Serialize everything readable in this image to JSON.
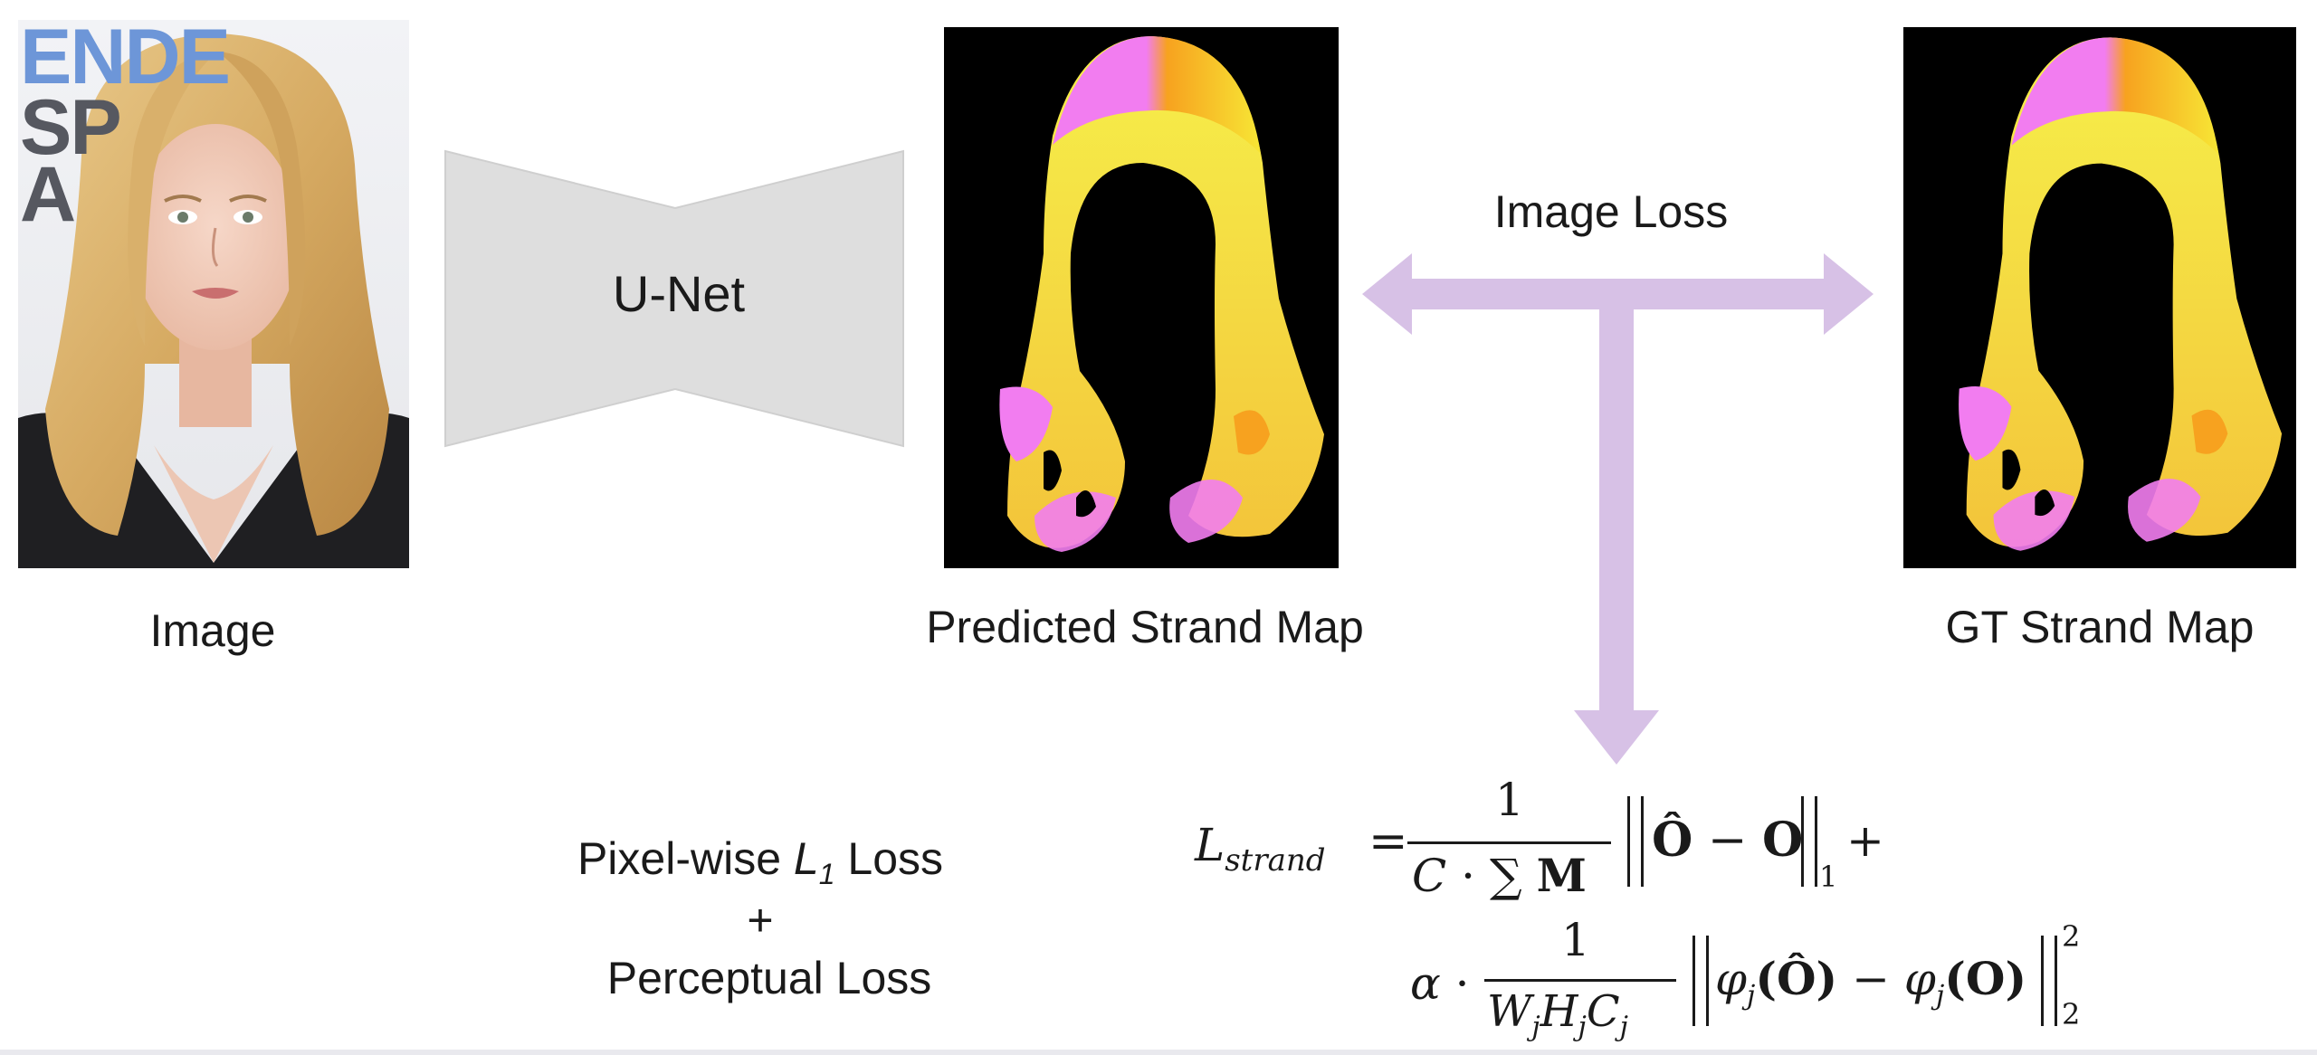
{
  "labels": {
    "image": "Image",
    "unet": "U-Net",
    "predicted": "Predicted Strand Map",
    "gt": "GT Strand Map",
    "image_loss": "Image Loss",
    "pixel_loss_prefix": "Pixel-wise ",
    "pixel_loss_var": "L",
    "pixel_loss_sub": "1",
    "pixel_loss_suffix": " Loss",
    "plus": "+",
    "perceptual": "Perceptual Loss"
  },
  "photo_text": {
    "line1": "ENDE",
    "line2": "SP",
    "line3": "A"
  },
  "formula": {
    "lhs_var": "L",
    "lhs_sub": "strand",
    "eq": "=",
    "frac1_num": "1",
    "frac1_den_c": "C",
    "frac1_den_dot": "·",
    "frac1_den_sum": "∑",
    "frac1_den_m": "M",
    "norm1_o_hat": "Ô",
    "norm1_minus": "−",
    "norm1_o": "O",
    "norm1_sub": "1",
    "plus": "+",
    "alpha": "α",
    "dot": "·",
    "frac2_num": "1",
    "frac2_den": "W",
    "frac2_den_j1": "j",
    "frac2_den_h": "H",
    "frac2_den_j2": "j",
    "frac2_den_c": "C",
    "frac2_den_j3": "j",
    "phi": "φ",
    "phi_sub": "j",
    "arg_hat": "(Ô)",
    "minus": "−",
    "arg": "(O)",
    "sq": "2",
    "norm2_sub": "2"
  },
  "colors": {
    "arrow": "#d7c1e6",
    "unet_fill": "#dedede",
    "map_bg": "#000000",
    "hair_yellow": "#f7ef38",
    "hair_pink": "#f27df0",
    "hair_orange": "#f7a21f",
    "photo_text_blue": "#6d96d8",
    "photo_text_gray": "#565860"
  }
}
